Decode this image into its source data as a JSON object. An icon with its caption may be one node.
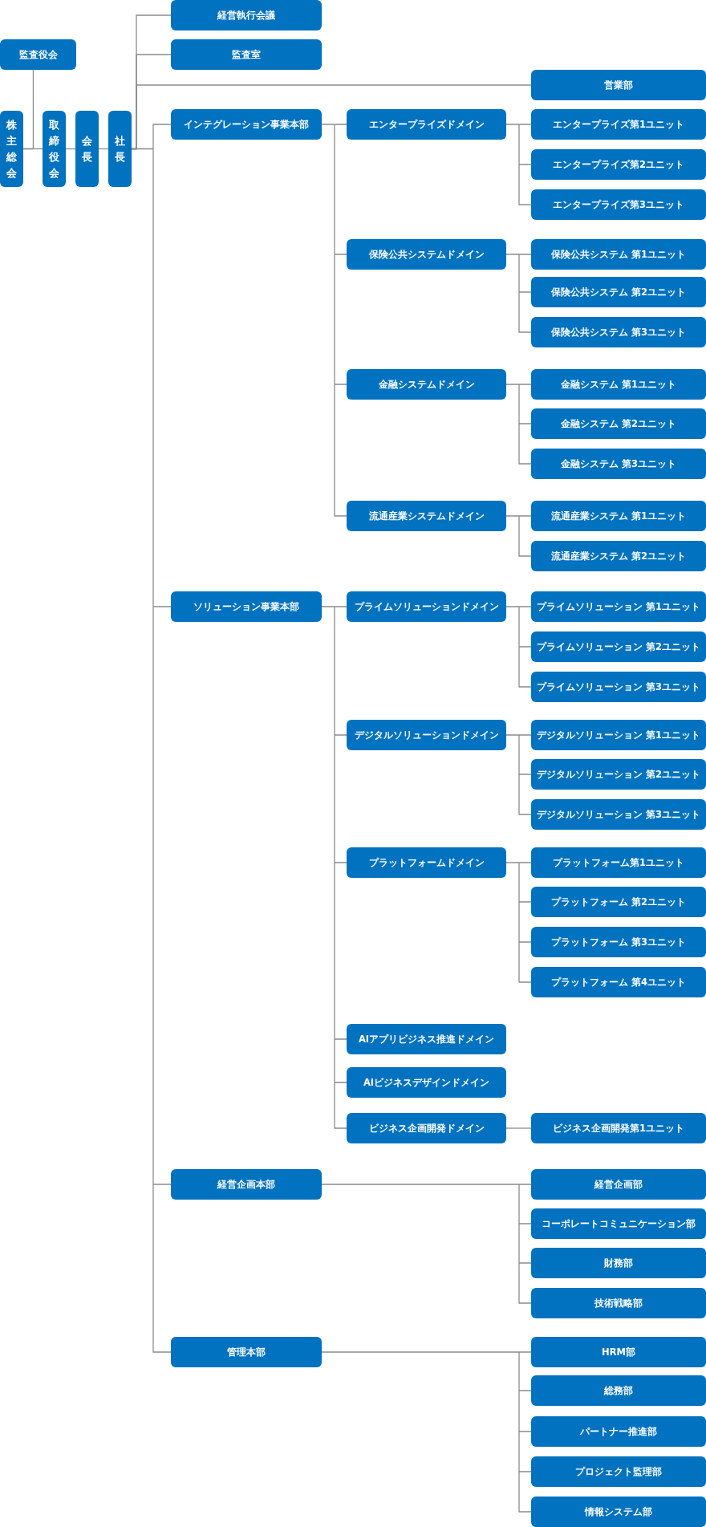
{
  "diagram": {
    "nodes": [
      {
        "text": [
          "監査役会"
        ]
      },
      {
        "text": [
          "株主総会"
        ]
      },
      {
        "text": [
          "取締役会"
        ]
      },
      {
        "text": [
          "会長"
        ]
      },
      {
        "text": [
          "社長"
        ]
      },
      {
        "text": [
          "経営執行会議"
        ]
      },
      {
        "text": [
          "監査室"
        ]
      },
      {
        "text": [
          "営業部"
        ]
      },
      {
        "text": [
          "インテグレーション事業本部"
        ]
      },
      {
        "text": [
          "エンタープライズドメイン"
        ]
      },
      {
        "text": [
          "エンタープライズ第1ユニット"
        ]
      },
      {
        "text": [
          "エンタープライズ第2ユニット"
        ]
      },
      {
        "text": [
          "エンタープライズ第3ユニット"
        ]
      },
      {
        "text": [
          "保険公共システムドメイン"
        ]
      },
      {
        "text": [
          "保険公共システム 第1ユニット"
        ]
      },
      {
        "text": [
          "保険公共システム 第2ユニット"
        ]
      },
      {
        "text": [
          "保険公共システム 第3ユニット"
        ]
      },
      {
        "text": [
          "金融システムドメイン"
        ]
      },
      {
        "text": [
          "金融システム 第1ユニット"
        ]
      },
      {
        "text": [
          "金融システム 第2ユニット"
        ]
      },
      {
        "text": [
          "金融システム 第3ユニット"
        ]
      },
      {
        "text": [
          "流通産業システムドメイン"
        ]
      },
      {
        "text": [
          "流通産業システム 第1ユニット"
        ]
      },
      {
        "text": [
          "流通産業システム 第2ユニット"
        ]
      },
      {
        "text": [
          "ソリューション事業本部"
        ]
      },
      {
        "text": [
          "プライムソリューションドメイン"
        ]
      },
      {
        "text": [
          "プライムソリューション 第1ユニット"
        ]
      },
      {
        "text": [
          "プライムソリューション 第2ユニット"
        ]
      },
      {
        "text": [
          "プライムソリューション 第3ユニット"
        ]
      },
      {
        "text": [
          "デジタルソリューションドメイン"
        ]
      },
      {
        "text": [
          "デジタルソリューション 第1ユニット"
        ]
      },
      {
        "text": [
          "デジタルソリューション 第2ユニット"
        ]
      },
      {
        "text": [
          "デジタルソリューション 第3ユニット"
        ]
      },
      {
        "text": [
          "プラットフォームドメイン"
        ]
      },
      {
        "text": [
          "プラットフォーム第1ユニット"
        ]
      },
      {
        "text": [
          "プラットフォーム 第2ユニット"
        ]
      },
      {
        "text": [
          "プラットフォーム 第3ユニット"
        ]
      },
      {
        "text": [
          "プラットフォーム 第4ユニット"
        ]
      },
      {
        "text": [
          "AIアプリビジネス推進ドメイン"
        ]
      },
      {
        "text": [
          "AIビジネスデザインドメイン"
        ]
      },
      {
        "text": [
          "ビジネス企画開発ドメイン"
        ]
      },
      {
        "text": [
          "ビジネス企画開発第1ユニット"
        ]
      },
      {
        "text": [
          "経営企画本部"
        ]
      },
      {
        "text": [
          "経営企画部"
        ]
      },
      {
        "text": [
          "コーポレートコミュニケーション部"
        ]
      },
      {
        "text": [
          "財務部"
        ]
      },
      {
        "text": [
          "技術戦略部"
        ]
      },
      {
        "text": [
          "管理本部"
        ]
      },
      {
        "text": [
          "HRM部"
        ]
      },
      {
        "text": [
          "総務部"
        ]
      },
      {
        "text": [
          "パートナー推進部"
        ]
      },
      {
        "text": [
          "プロジェクト監理部"
        ]
      },
      {
        "text": [
          "情報システム部"
        ]
      }
    ],
    "edges": [
      {
        "from": 0,
        "to": 1,
        "arrow": "none"
      },
      {
        "from": 1,
        "to": 2,
        "arrow": "none"
      },
      {
        "from": 2,
        "to": 3,
        "arrow": "none"
      },
      {
        "from": 3,
        "to": 4,
        "arrow": "none"
      },
      {
        "from": 4,
        "to": 5,
        "arrow": "none"
      },
      {
        "from": 4,
        "to": 6,
        "arrow": "none"
      },
      {
        "from": 4,
        "to": 7,
        "arrow": "none"
      },
      {
        "from": 4,
        "to": 8,
        "arrow": "none"
      },
      {
        "from": 4,
        "to": 24,
        "arrow": "none"
      },
      {
        "from": 4,
        "to": 42,
        "arrow": "none"
      },
      {
        "from": 4,
        "to": 47,
        "arrow": "none"
      },
      {
        "from": 8,
        "to": 9,
        "arrow": "none"
      },
      {
        "from": 8,
        "to": 13,
        "arrow": "none"
      },
      {
        "from": 8,
        "to": 17,
        "arrow": "none"
      },
      {
        "from": 8,
        "to": 21,
        "arrow": "none"
      },
      {
        "from": 9,
        "to": 10,
        "arrow": "none"
      },
      {
        "from": 9,
        "to": 11,
        "arrow": "none"
      },
      {
        "from": 9,
        "to": 12,
        "arrow": "none"
      },
      {
        "from": 13,
        "to": 14,
        "arrow": "none"
      },
      {
        "from": 13,
        "to": 15,
        "arrow": "none"
      },
      {
        "from": 13,
        "to": 16,
        "arrow": "none"
      },
      {
        "from": 17,
        "to": 18,
        "arrow": "none"
      },
      {
        "from": 17,
        "to": 19,
        "arrow": "none"
      },
      {
        "from": 17,
        "to": 20,
        "arrow": "none"
      },
      {
        "from": 21,
        "to": 22,
        "arrow": "none"
      },
      {
        "from": 21,
        "to": 23,
        "arrow": "none"
      },
      {
        "from": 24,
        "to": 25,
        "arrow": "none"
      },
      {
        "from": 24,
        "to": 29,
        "arrow": "none"
      },
      {
        "from": 24,
        "to": 33,
        "arrow": "none"
      },
      {
        "from": 24,
        "to": 38,
        "arrow": "none"
      },
      {
        "from": 24,
        "to": 39,
        "arrow": "none"
      },
      {
        "from": 24,
        "to": 40,
        "arrow": "none"
      },
      {
        "from": 25,
        "to": 26,
        "arrow": "none"
      },
      {
        "from": 25,
        "to": 27,
        "arrow": "none"
      },
      {
        "from": 25,
        "to": 28,
        "arrow": "none"
      },
      {
        "from": 29,
        "to": 30,
        "arrow": "none"
      },
      {
        "from": 29,
        "to": 31,
        "arrow": "none"
      },
      {
        "from": 29,
        "to": 32,
        "arrow": "none"
      },
      {
        "from": 33,
        "to": 34,
        "arrow": "none"
      },
      {
        "from": 33,
        "to": 35,
        "arrow": "none"
      },
      {
        "from": 33,
        "to": 36,
        "arrow": "none"
      },
      {
        "from": 33,
        "to": 37,
        "arrow": "none"
      },
      {
        "from": 40,
        "to": 41,
        "arrow": "none"
      },
      {
        "from": 42,
        "to": 43,
        "arrow": "none"
      },
      {
        "from": 42,
        "to": 44,
        "arrow": "none"
      },
      {
        "from": 42,
        "to": 45,
        "arrow": "none"
      },
      {
        "from": 42,
        "to": 46,
        "arrow": "none"
      },
      {
        "from": 47,
        "to": 48,
        "arrow": "none"
      },
      {
        "from": 47,
        "to": 49,
        "arrow": "none"
      },
      {
        "from": 47,
        "to": 50,
        "arrow": "none"
      },
      {
        "from": 47,
        "to": 51,
        "arrow": "none"
      },
      {
        "from": 47,
        "to": 52,
        "arrow": "none"
      }
    ]
  }
}
